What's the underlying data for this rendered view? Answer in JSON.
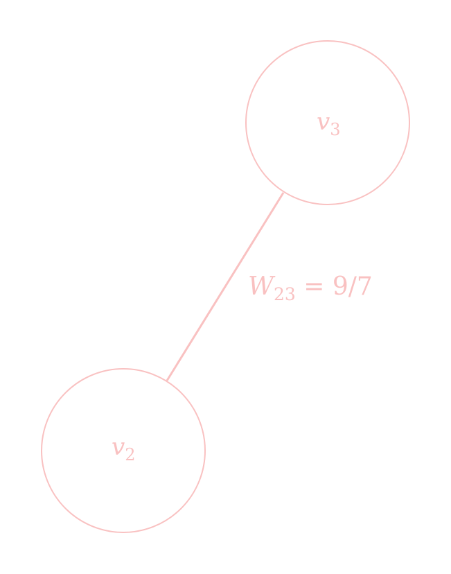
{
  "colors": {
    "stroke": "#f9c1c1",
    "text": "#f9c1c1",
    "background": "#ffffff"
  },
  "nodes": [
    {
      "id": "v3",
      "symbol": "v",
      "subscript": "3"
    },
    {
      "id": "v2",
      "symbol": "v",
      "subscript": "2"
    }
  ],
  "edges": [
    {
      "from": "v3",
      "to": "v2",
      "label_symbol": "W",
      "label_subscript": "23",
      "label_rest": " = 9/7"
    }
  ]
}
